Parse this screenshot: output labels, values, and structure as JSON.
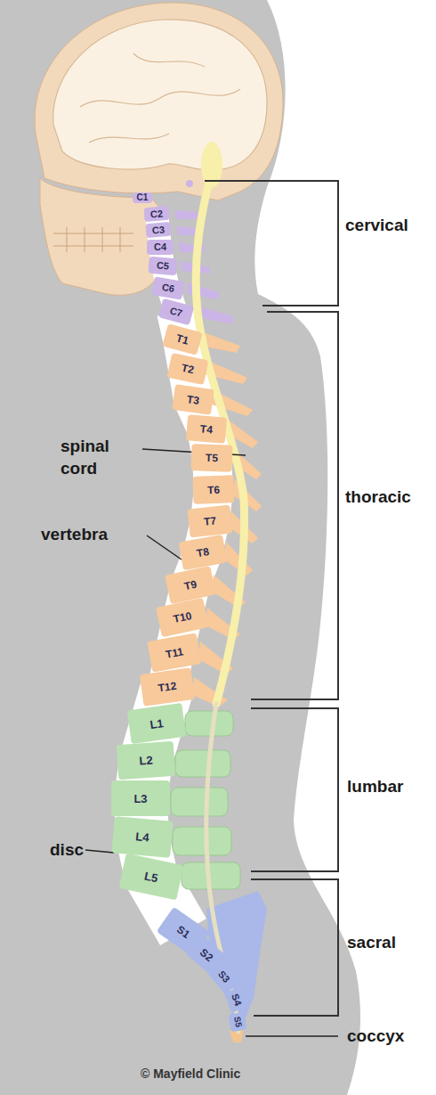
{
  "diagram": {
    "nodes": [
      {
        "text": [
          "C1"
        ]
      },
      {
        "text": [
          "C2"
        ]
      },
      {
        "text": [
          "C3"
        ]
      },
      {
        "text": [
          "C4"
        ]
      },
      {
        "text": [
          "C5"
        ]
      },
      {
        "text": [
          "C6"
        ]
      },
      {
        "text": [
          "C7"
        ]
      },
      {
        "text": [
          "T1"
        ]
      },
      {
        "text": [
          "T2"
        ]
      },
      {
        "text": [
          "T3"
        ]
      },
      {
        "text": [
          "T4"
        ]
      },
      {
        "text": [
          "T5"
        ]
      },
      {
        "text": [
          "T6"
        ]
      },
      {
        "text": [
          "T7"
        ]
      },
      {
        "text": [
          "T8"
        ]
      },
      {
        "text": [
          "T9"
        ]
      },
      {
        "text": [
          "T10"
        ]
      },
      {
        "text": [
          "T11"
        ]
      },
      {
        "text": [
          "T12"
        ]
      },
      {
        "text": [
          "L1"
        ]
      },
      {
        "text": [
          "L2"
        ]
      },
      {
        "text": [
          "L3"
        ]
      },
      {
        "text": [
          "L4"
        ]
      },
      {
        "text": [
          "L5"
        ]
      },
      {
        "text": [
          "S1"
        ]
      },
      {
        "text": [
          "S2"
        ]
      },
      {
        "text": [
          "S3"
        ]
      },
      {
        "text": [
          "S4"
        ]
      },
      {
        "text": [
          "S5"
        ]
      }
    ],
    "labels": [
      "spinal cord",
      "vertebra",
      "disc",
      "cervical",
      "thoracic",
      "lumbar",
      "sacral",
      "coccyx",
      "© Mayfield Clinic"
    ]
  }
}
